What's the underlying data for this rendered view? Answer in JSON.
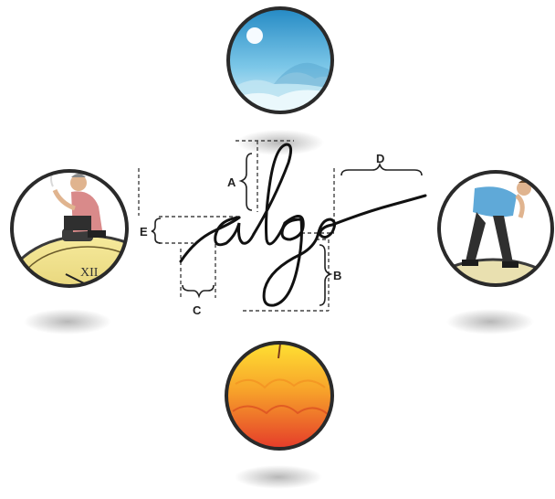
{
  "wordmark": "algo",
  "labels": {
    "a": "A",
    "b": "B",
    "c": "C",
    "d": "D",
    "e": "E"
  },
  "icons": {
    "top": "sky-clouds-moon-icon",
    "bottom": "sun-fire-icon",
    "left": "man-sitting-on-clock-icon",
    "right": "man-looking-into-distance-icon"
  },
  "colors": {
    "sky_light": "#dff4fb",
    "sky_dark": "#1f86c2",
    "fire_yellow": "#ffe433",
    "fire_red": "#e3332a",
    "ring": "#2a2a2a",
    "clock_face": "#f1e28a",
    "shirt_blue": "#5fa9d8",
    "shirt_pink": "#d98a8a"
  }
}
